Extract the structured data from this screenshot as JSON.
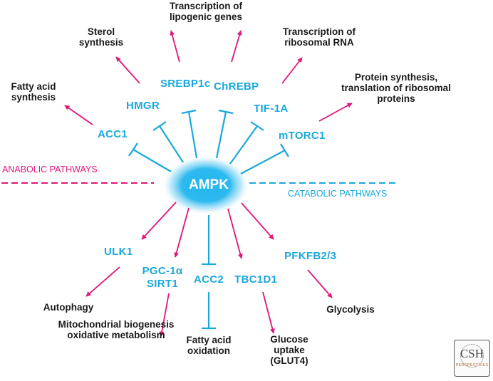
{
  "colors": {
    "activation": "#e0157a",
    "inhibition": "#1aa8dd",
    "ampk_glow": "#22b6ee"
  },
  "center": {
    "label": "AMPK"
  },
  "pathway_labels": {
    "anabolic": "ANABOLIC PATHWAYS",
    "catabolic": "CATABOLIC PATHWAYS"
  },
  "targets": {
    "acc1": "ACC1",
    "hmgr": "HMGR",
    "srebp1c": "SREBP1c",
    "chrebp": "ChREBP",
    "tif1a": "TIF-1A",
    "mtorc1": "mTORC1",
    "ulk1": "ULK1",
    "pgc1a": "PGC-1α",
    "sirt1": "SIRT1",
    "acc2": "ACC2",
    "tbc1d1": "TBC1D1",
    "pfkfb": "PFKFB2/3"
  },
  "outcomes": {
    "fatty_acid_synthesis": [
      "Fatty acid",
      "synthesis"
    ],
    "sterol_synthesis": [
      "Sterol",
      "synthesis"
    ],
    "lipogenic": [
      "Transcription of",
      "lipogenic genes"
    ],
    "ribosomal_rna": [
      "Transcription of",
      "ribosomal RNA"
    ],
    "protein_synthesis": [
      "Protein synthesis,",
      "translation of ribosomal",
      "proteins"
    ],
    "autophagy": [
      "Autophagy"
    ],
    "mitochondrial": [
      "Mitochondrial biogenesis",
      "oxidative metabolism"
    ],
    "fatty_acid_oxidation": [
      "Fatty acid",
      "oxidation"
    ],
    "glucose_uptake": [
      "Glucose",
      "uptake",
      "(GLUT4)"
    ],
    "glycolysis": [
      "Glycolysis"
    ]
  },
  "logo": {
    "text": "CSH",
    "subtext": "PERSPECTIVES"
  }
}
